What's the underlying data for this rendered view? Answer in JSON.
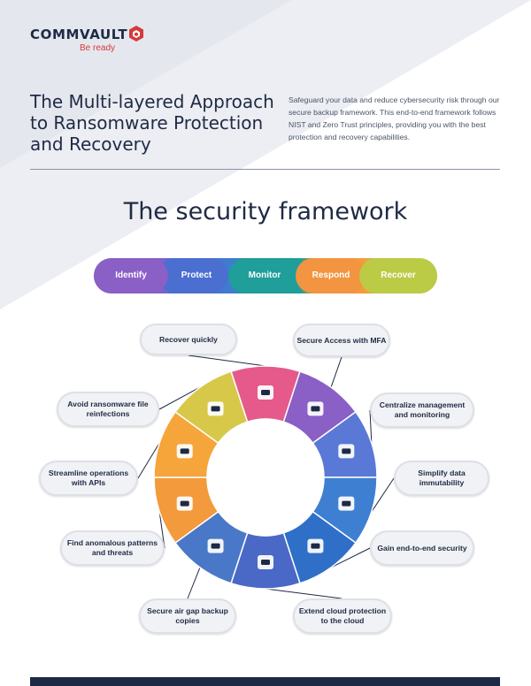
{
  "brand": {
    "name": "COMMVAULT",
    "tagline": "Be ready"
  },
  "title": "The Multi-layered Approach to Ransomware Protection and Recovery",
  "intro": "Safeguard your data and reduce cybersecurity risk through our secure backup framework. This end-to-end framework follows NIST and Zero Trust principles, providing you with the best protection and recovery capabilities.",
  "section_heading": "The security framework",
  "phases": [
    {
      "label": "Identify",
      "color": "#8a5fc6"
    },
    {
      "label": "Protect",
      "color": "#4a6fd0"
    },
    {
      "label": "Monitor",
      "color": "#1f9e9a"
    },
    {
      "label": "Respond",
      "color": "#f08a3a"
    },
    {
      "label": "Recover",
      "color": "#a9c94a"
    }
  ],
  "capabilities": [
    {
      "label": "Recover quickly",
      "icon": "cloud-lightning-icon"
    },
    {
      "label": "Secure Access with MFA",
      "icon": "user-alert-icon"
    },
    {
      "label": "Centralize management and monitoring",
      "icon": "pointer-hand-icon"
    },
    {
      "label": "Simplify data immutability",
      "icon": "lock-box-icon"
    },
    {
      "label": "Gain end-to-end security",
      "icon": "key-icon"
    },
    {
      "label": "Extend cloud protection to the cloud",
      "icon": "cloud-lock-icon"
    },
    {
      "label": "Secure air gap backup copies",
      "icon": "server-rack-icon"
    },
    {
      "label": "Find anomalous patterns and threats",
      "icon": "monitor-threat-icon"
    },
    {
      "label": "Streamline operations with APIs",
      "icon": "api-code-icon"
    },
    {
      "label": "Avoid ransomware file reinfections",
      "icon": "file-warning-icon"
    }
  ],
  "colors": {
    "navy": "#1d2a45",
    "brand_red": "#d63a3a",
    "wheel": [
      "#e55a8a",
      "#8a5fc6",
      "#5a78d6",
      "#3f7fd2",
      "#2f6fc8",
      "#4a68c6",
      "#4a78c8",
      "#f39a3c",
      "#f5a53a",
      "#d7c84a"
    ]
  }
}
